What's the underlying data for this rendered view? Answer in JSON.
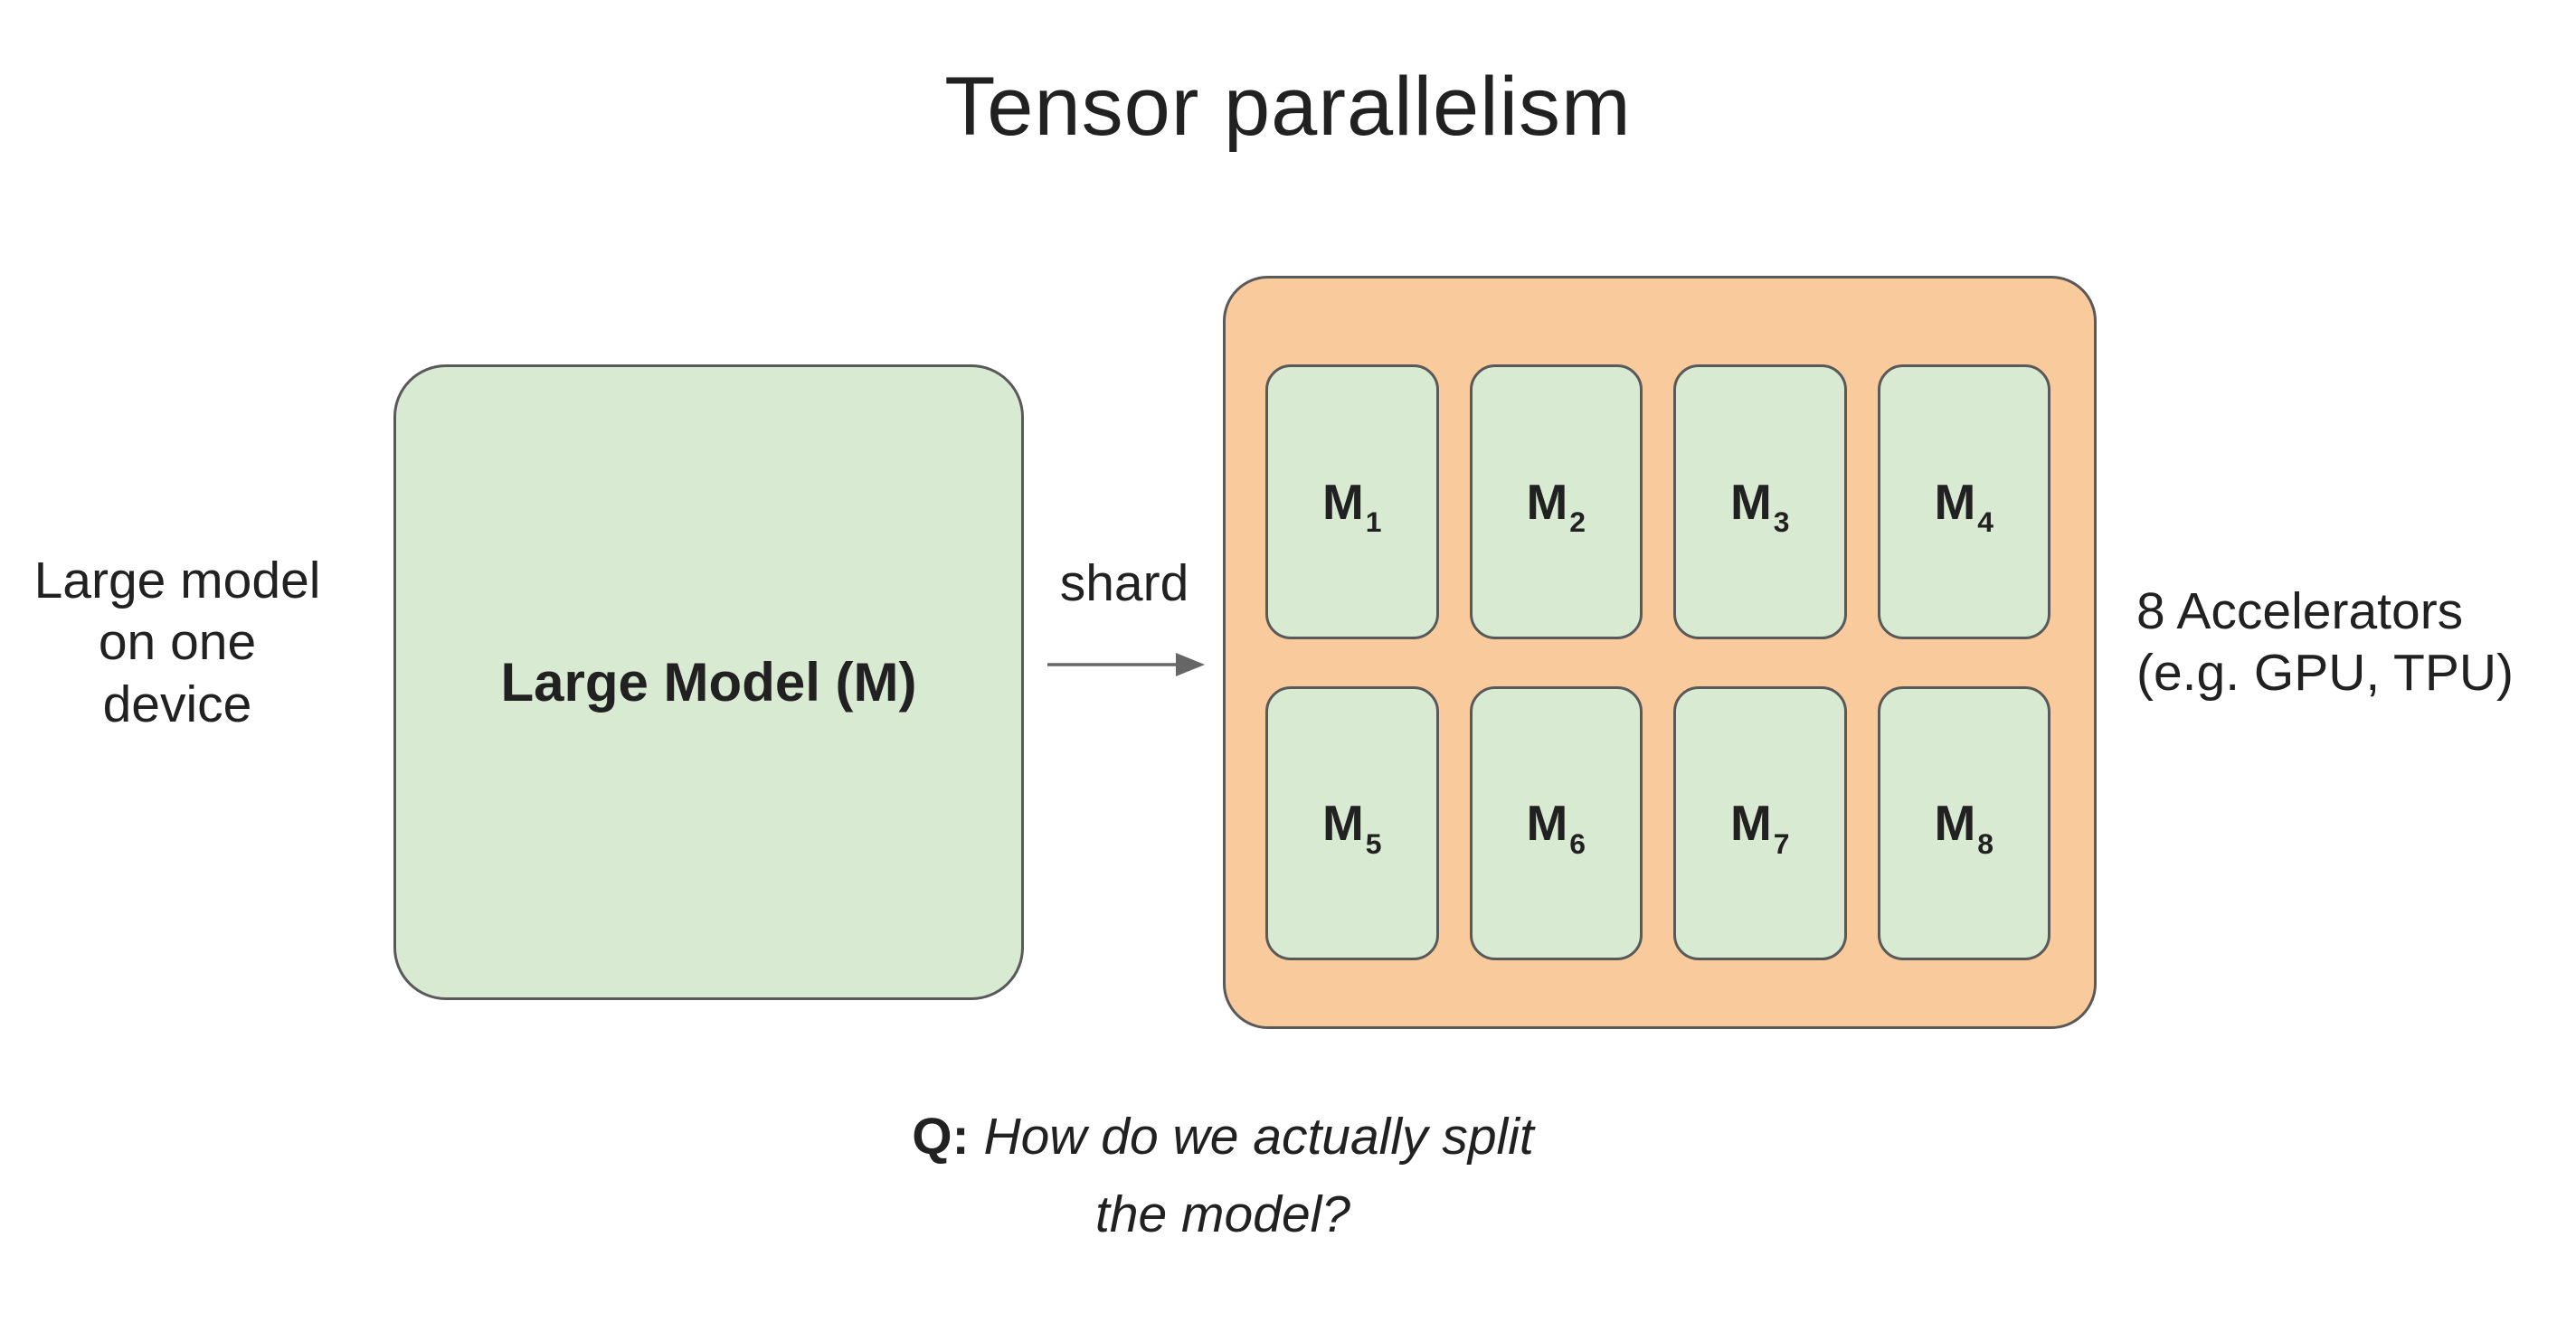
{
  "slide": {
    "title": "Tensor parallelism",
    "left_caption": {
      "lines": [
        "Large model",
        "on one",
        "device"
      ]
    },
    "large_model_box": {
      "label": "Large Model (M)"
    },
    "shard_arrow": {
      "label": "shard"
    },
    "accelerator_panel": {
      "cells": [
        {
          "base": "M",
          "sub": "1"
        },
        {
          "base": "M",
          "sub": "2"
        },
        {
          "base": "M",
          "sub": "3"
        },
        {
          "base": "M",
          "sub": "4"
        },
        {
          "base": "M",
          "sub": "5"
        },
        {
          "base": "M",
          "sub": "6"
        },
        {
          "base": "M",
          "sub": "7"
        },
        {
          "base": "M",
          "sub": "8"
        }
      ]
    },
    "right_caption": {
      "lines": [
        "8 Accelerators",
        "(e.g. GPU, TPU)"
      ]
    },
    "question": {
      "prefix": "Q:",
      "line1": "How do we actually split",
      "line2": "the model?"
    }
  },
  "colors": {
    "background": "#ffffff",
    "cell_green": "#d9ead3",
    "panel_orange": "#f9cb9c",
    "shape_border": "#595959",
    "arrow_gray": "#666666",
    "text": "#212121"
  }
}
